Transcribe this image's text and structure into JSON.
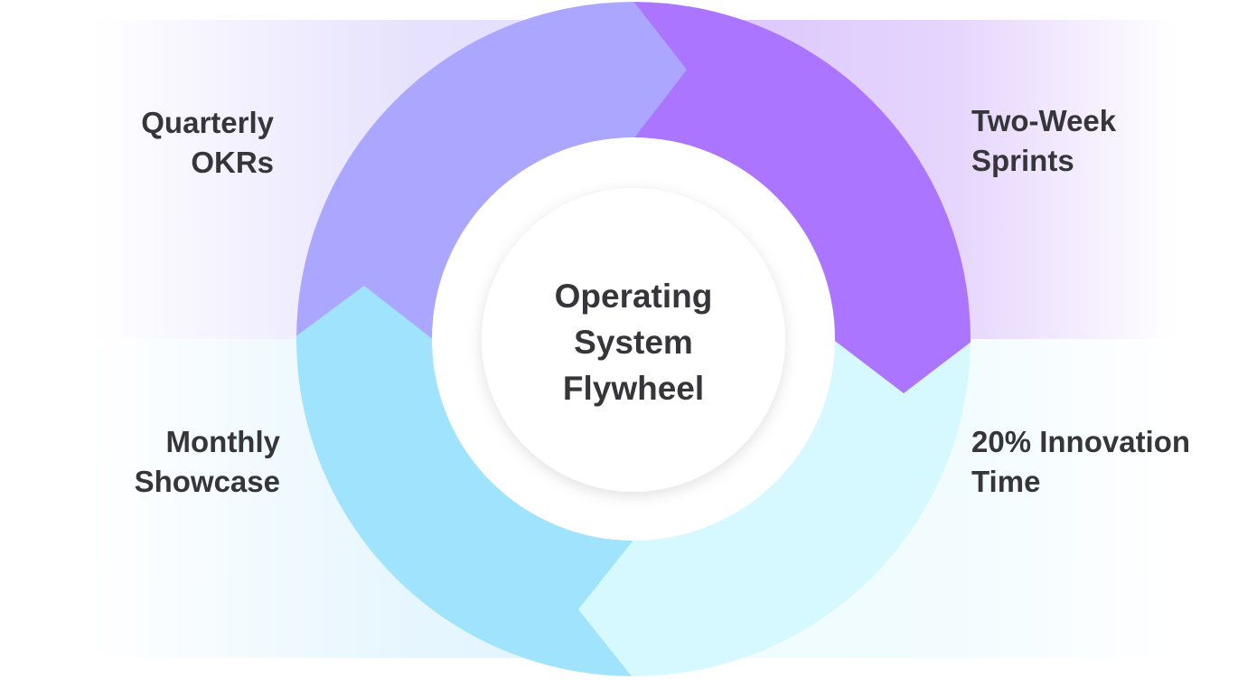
{
  "title": "Operating System Flywheel",
  "segments": [
    {
      "label_line1": "Quarterly",
      "label_line2": "OKRs",
      "color": "#ABA6FF"
    },
    {
      "label_line1": "Two-Week",
      "label_line2": "Sprints",
      "color": "#AB75FF"
    },
    {
      "label_line1": "20% Innovation",
      "label_line2": "Time",
      "color": "#D5F9FF"
    },
    {
      "label_line1": "Monthly",
      "label_line2": "Showcase",
      "color": "#9FE3FD"
    }
  ]
}
